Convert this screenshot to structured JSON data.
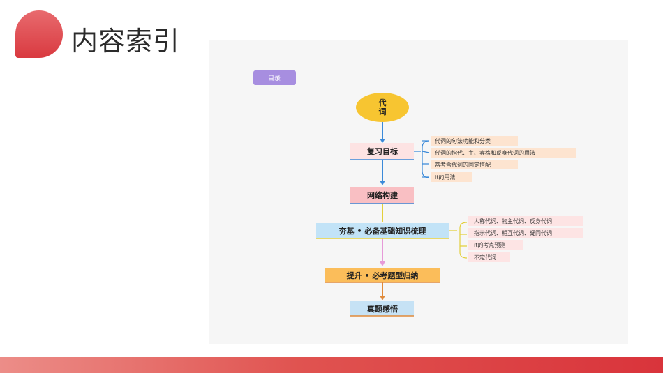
{
  "slide": {
    "title": "内容索引"
  },
  "mindmap": {
    "tag": "目录",
    "root": "代词",
    "main_nodes": [
      {
        "label": "复习目标",
        "children": [
          "代词的句法功能和分类",
          "代词的指代、主、宾格和反身代词的用法",
          "常考含代词的固定搭配",
          "it的用法"
        ]
      },
      {
        "label": "网络构建",
        "children": []
      },
      {
        "label": "夯基 • 必备基础知识梳理",
        "children": [
          "人称代词、物主代词、反身代词",
          "指示代词、相互代词、疑问代词",
          "it的考点预测",
          "不定代词"
        ]
      },
      {
        "label": "提升 • 必考题型归纳",
        "children": []
      },
      {
        "label": "真题感悟",
        "children": []
      }
    ],
    "colors": {
      "tag": "#a78ee0",
      "root": "#f7c531",
      "node1": "#fde3e3",
      "node2": "#f9bfc3",
      "node3": "#c2e3f7",
      "node4": "#fbbd5a",
      "node5": "#c6e2f5",
      "leaf": "#fde4d0"
    }
  }
}
